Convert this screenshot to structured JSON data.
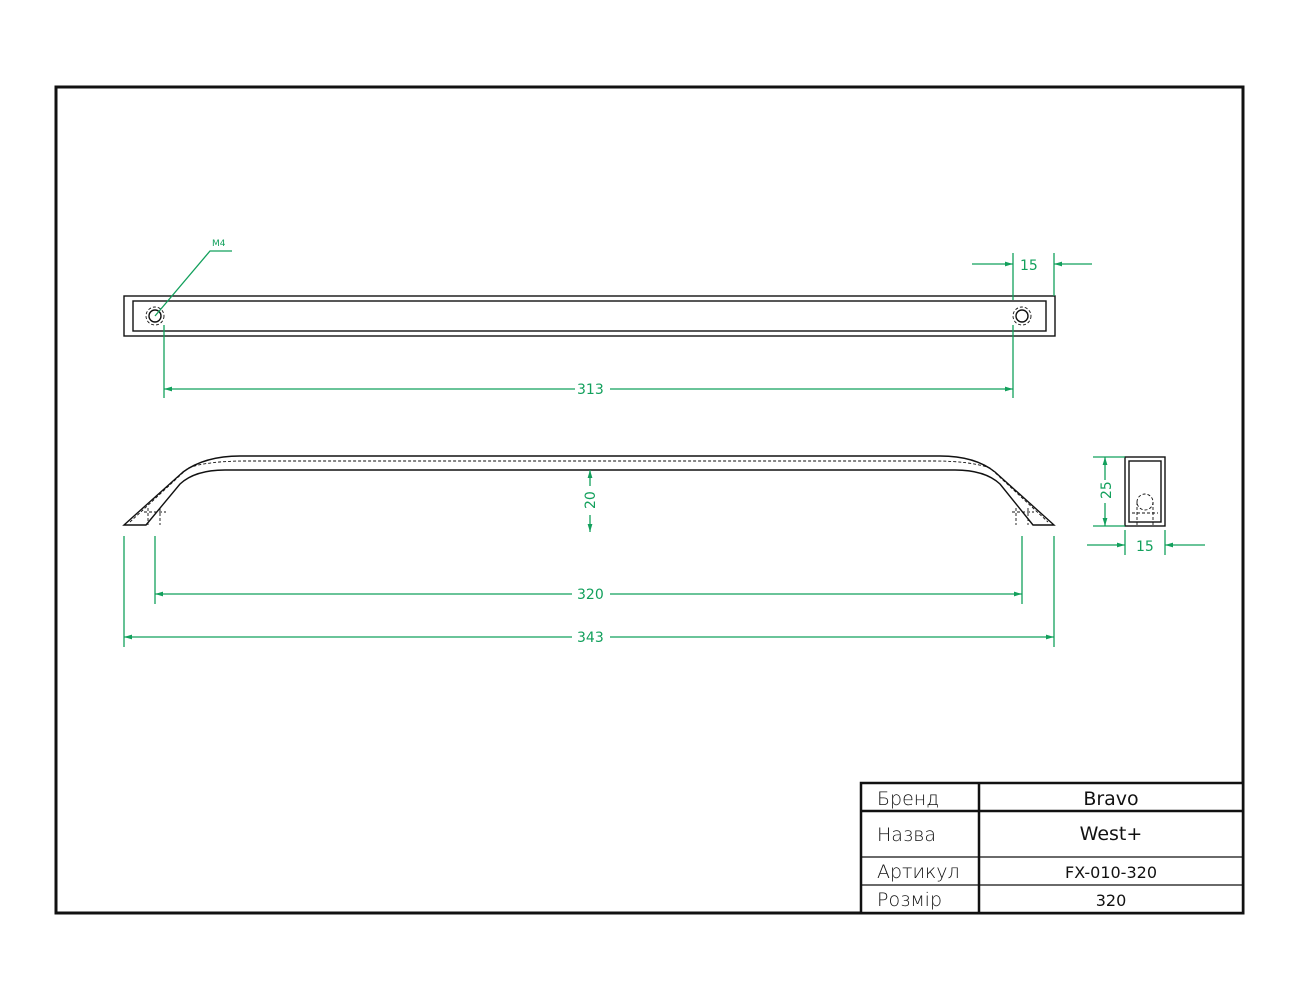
{
  "drawing": {
    "thread_label": "M4",
    "dimensions": {
      "top_end_offset": "15",
      "hole_spacing_top": "313",
      "height": "20",
      "hole_spacing": "320",
      "overall_length": "343",
      "side_height": "25",
      "side_width": "15"
    }
  },
  "title_block": {
    "rows": [
      {
        "label": "Бренд",
        "value": "Bravo"
      },
      {
        "label": "Назва",
        "value": "West+"
      },
      {
        "label": "Артикул",
        "value": "FX-010-320"
      },
      {
        "label": "Розмір",
        "value": "320"
      }
    ]
  },
  "colors": {
    "line": "#111111",
    "dimension": "#12a05c",
    "background": "#ffffff"
  }
}
